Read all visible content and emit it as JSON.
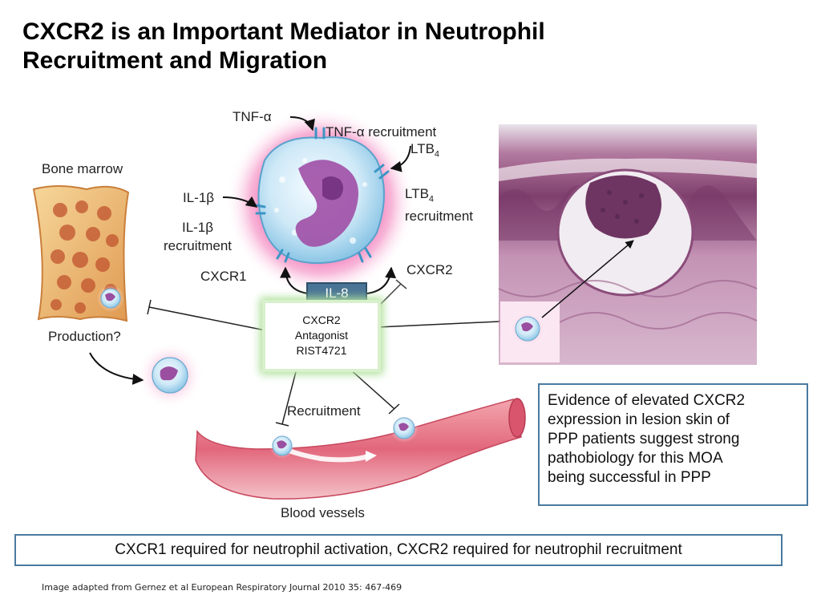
{
  "title": {
    "line1": "CXCR2 is an Important Mediator in Neutrophil",
    "line2": "Recruitment and Migration"
  },
  "diagram": {
    "bone_marrow": "Bone marrow",
    "production": "Production?",
    "blood_vessels": "Blood vessels",
    "recruitment": "Recruitment",
    "tnf_alpha": "TNF-α",
    "tnf_alpha_recruitment": "TNF-α recruitment",
    "ltb4": "LTB",
    "ltb4_sub": "4",
    "ltb4_recruitment_1": "LTB",
    "ltb4_recruitment_sub": "4",
    "ltb4_recruitment_2": "recruitment",
    "il1b": "IL-1β",
    "il1b_recruitment_1": "IL-1β",
    "il1b_recruitment_2": "recruitment",
    "cxcr1": "CXCR1",
    "cxcr2": "CXCR2",
    "il8": "IL-8",
    "antagonist": {
      "line1": "CXCR2",
      "line2": "Antagonist",
      "line3": "RIST4721"
    },
    "colors": {
      "il8_box": "#4a7495",
      "antagonist_glow": "#aee09a",
      "cell_glow": "#ee3f9a",
      "vessel": "#e2677c",
      "tissue": "#c98fb0"
    }
  },
  "evidence_box": {
    "line1": "Evidence of elevated CXCR2",
    "line2": "expression in lesion skin of",
    "line3": "PPP patients suggest strong",
    "line4": "pathobiology for this MOA",
    "line5": "being successful in PPP"
  },
  "summary": "CXCR1 required for neutrophil activation, CXCR2 required for neutrophil recruitment",
  "caption": "Image adapted from Gernez et al European Respiratory Journal 2010 35: 467-469"
}
